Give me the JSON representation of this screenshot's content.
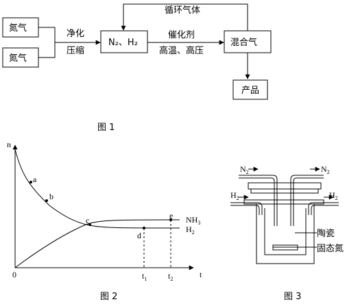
{
  "figure1": {
    "caption": "图 1",
    "input_top": "氮气",
    "input_bottom": "氮气",
    "process_line1": "净化",
    "process_line2": "压缩",
    "reactants": "N₂、H₂",
    "catalyst": "催化剂",
    "conditions": "高温、高压",
    "mixture": "混合气",
    "recycle": "循环气体",
    "product": "产品"
  },
  "figure2": {
    "caption": "图 2",
    "y_axis_label": "n",
    "x_axis_label": "t",
    "origin_label": "0",
    "points": [
      "a",
      "b",
      "c",
      "d",
      "e"
    ],
    "t1": "t",
    "t1_sub": "1",
    "t2": "t",
    "t2_sub": "2",
    "series_nh3": "NH",
    "series_nh3_sub": "3",
    "series_h2": "H",
    "series_h2_sub": "2"
  },
  "figure3": {
    "caption": "图 3",
    "n2_in": "N",
    "n2_in_sub": "2",
    "n2_out": "N",
    "n2_out_sub": "2",
    "h2_in": "H",
    "h2_in_sub": "2",
    "h2_out": "H",
    "h2_out_sub": "2",
    "ceramic_label": "陶瓷",
    "solid_label": "固态氮"
  },
  "chart_data": {
    "type": "line",
    "title": "",
    "xlabel": "t",
    "ylabel": "n",
    "x_ticks": [
      "0",
      "t1",
      "t2"
    ],
    "series": [
      {
        "name": "NH3",
        "trend": "rises from 0 and levels off after point c",
        "points": [
          "c",
          "e"
        ]
      },
      {
        "name": "H2",
        "trend": "falls from high value and levels off after point c",
        "points": [
          "a",
          "b",
          "c",
          "d"
        ]
      }
    ],
    "grid": false
  }
}
